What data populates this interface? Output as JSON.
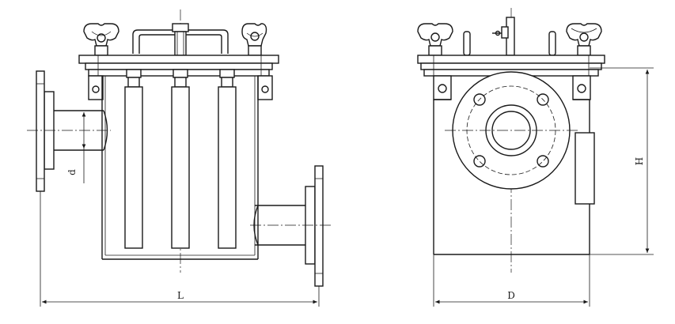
{
  "labels": {
    "length": "L",
    "inlet_diameter": "d",
    "width": "D",
    "height": "H"
  },
  "colors": {
    "line": "#1a1a1a",
    "background": "#ffffff"
  }
}
